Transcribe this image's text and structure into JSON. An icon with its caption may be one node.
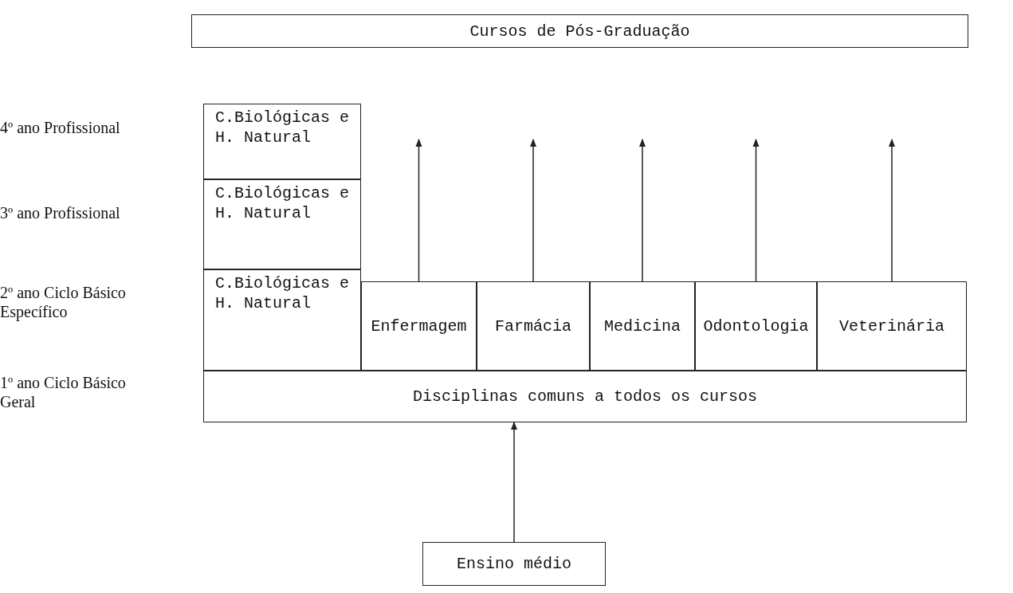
{
  "diagram": {
    "nodes": [
      {
        "text": [
          "Cursos de Pós-Graduação"
        ]
      },
      {
        "text": [
          "C.Biológicas e H. Natural"
        ]
      },
      {
        "text": [
          "C.Biológicas e H. Natural"
        ]
      },
      {
        "text": [
          "C.Biológicas e H. Natural"
        ]
      },
      {
        "text": [
          "Enfermagem"
        ]
      },
      {
        "text": [
          "Farmácia"
        ]
      },
      {
        "text": [
          "Medicina"
        ]
      },
      {
        "text": [
          "Odontologia"
        ]
      },
      {
        "text": [
          "Veterinária"
        ]
      },
      {
        "text": [
          "Disciplinas comuns a todos os cursos"
        ]
      },
      {
        "text": [
          "Ensino médio"
        ]
      }
    ],
    "edges": [
      {
        "from": 4,
        "to": null,
        "arrow": "to"
      },
      {
        "from": 5,
        "to": null,
        "arrow": "to"
      },
      {
        "from": 6,
        "to": null,
        "arrow": "to"
      },
      {
        "from": 7,
        "to": null,
        "arrow": "to"
      },
      {
        "from": 8,
        "to": null,
        "arrow": "to"
      },
      {
        "from": 10,
        "to": 9,
        "arrow": "to"
      }
    ],
    "labels": [
      "4º ano Profissional",
      "3º ano Profissional",
      "2º ano Ciclo Básico Específico",
      "1º ano Ciclo Básico Geral"
    ]
  }
}
